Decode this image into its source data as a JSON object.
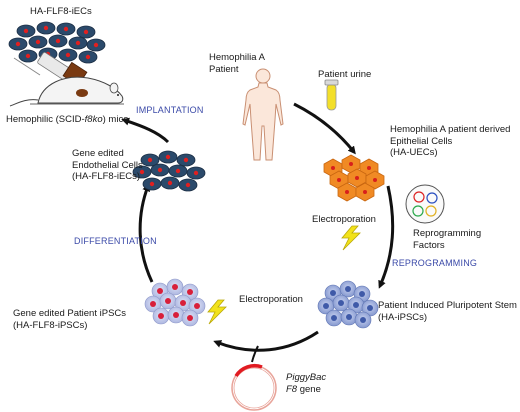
{
  "labels": {
    "ecs_top": "HA-FLF8-iECs",
    "mice_prefix": "Hemophilic (SCID-",
    "mice_italic": "f8ko",
    "mice_suffix": ") mice",
    "patient": [
      "Hemophilia A",
      "Patient"
    ],
    "urine": "Patient urine",
    "uecs": [
      "Hemophilia A patient derived",
      "Epithelial Cells",
      "(HA-UECs)"
    ],
    "iecs": [
      "Gene edited",
      "Endothelial Cells",
      "(HA-FLF8-iECs)"
    ],
    "electroporation_right": "Electroporation",
    "electroporation_left": "Electroporation",
    "factors": [
      "Reprogramming",
      "Factors"
    ],
    "ipscs": [
      "Patient Induced Pluripotent Stem Cells",
      "(HA-iPSCs)"
    ],
    "edited_ipscs": [
      "Gene edited Patient iPSCs",
      "(HA-FLF8-iPSCs)"
    ],
    "piggybac": [
      "PiggyBac",
      "F8 gene"
    ]
  },
  "steps": {
    "implantation": "IMPLANTATION",
    "differentiation": "DIFFERENTIATION",
    "reprogramming": "REPROGRAMMING"
  },
  "colors": {
    "arrow": "#111111",
    "step_text": "#3b4aa8",
    "endothelial_cell": "#2b4a6b",
    "endothelial_nucleus": "#e02020",
    "epithelial_cell": "#f08a24",
    "epithelial_nucleus": "#d8201c",
    "ipsc_cell": "#8fa2d6",
    "ipsc_nucleus": "#3f5aa8",
    "edited_ipsc_cell": "#b7bfe6",
    "edited_ipsc_nucleus": "#d81f3a",
    "urine": "#f3df2a",
    "lightning": "#f2e21a",
    "plasmid_insert": "#e11b22",
    "plasmid_ring": "#e8a49a"
  }
}
